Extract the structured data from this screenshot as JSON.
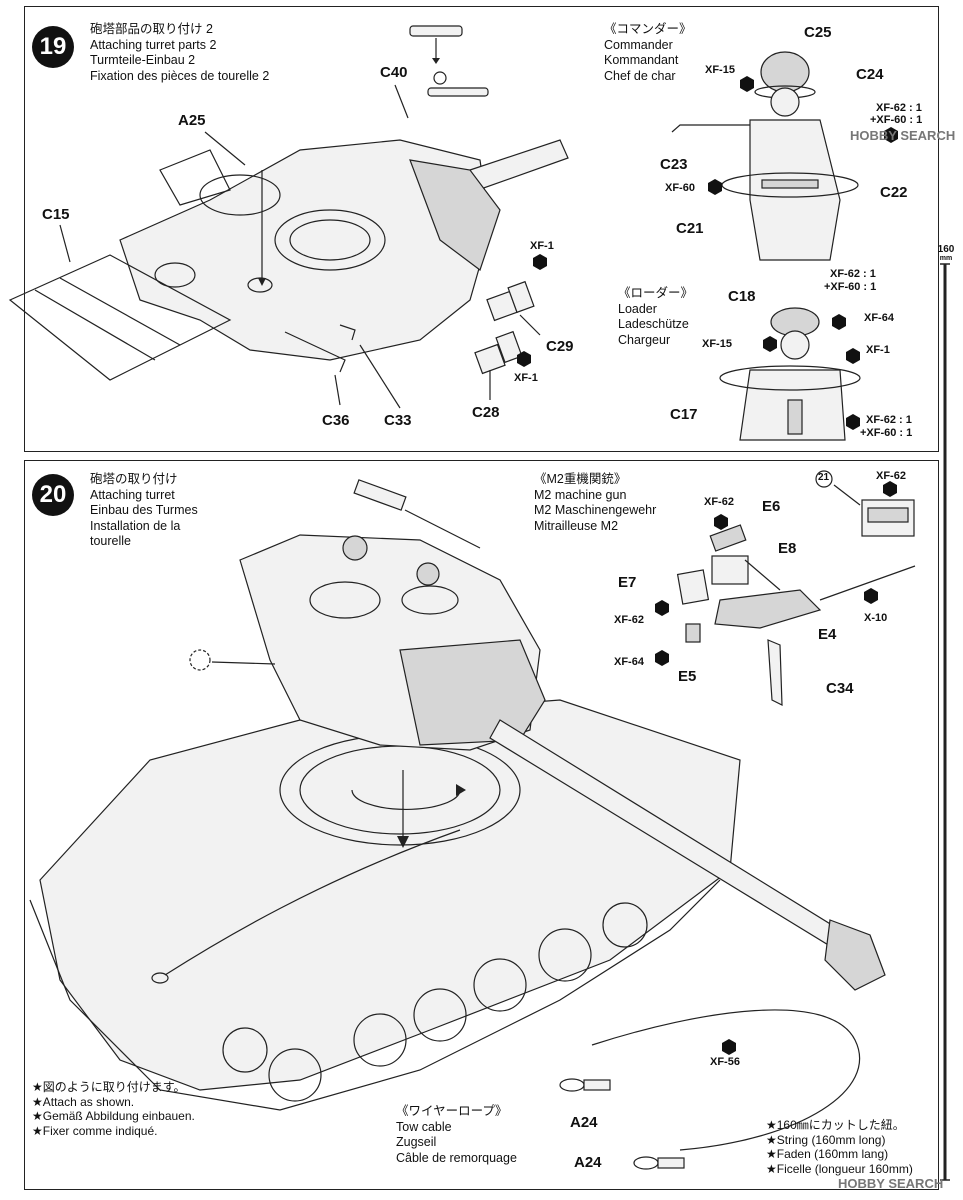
{
  "step19": {
    "number": "19",
    "title_lines": [
      "砲塔部品の取り付け 2",
      "Attaching turret parts 2",
      "Turmteile-Einbau 2",
      "Fixation des pièces de tourelle 2"
    ],
    "parts": {
      "c40": "C40",
      "a25": "A25",
      "c15": "C15",
      "c29": "C29",
      "c28": "C28",
      "c36": "C36",
      "c33": "C33"
    },
    "paints": {
      "xf1_a": "XF-1",
      "xf1_b": "XF-1"
    },
    "commander": {
      "title_lines": [
        "《コマンダー》",
        "Commander",
        "Kommandant",
        "Chef de char"
      ],
      "parts": {
        "c25": "C25",
        "c24": "C24",
        "c23": "C23",
        "c22": "C22",
        "c21": "C21"
      },
      "paints": {
        "xf15": "XF-15",
        "xf62_line1": "XF-62 : 1",
        "xf60_line2": "+XF-60 : 1",
        "xf60": "XF-60"
      }
    },
    "loader": {
      "title_lines": [
        "《ローダー》",
        "Loader",
        "Ladeschütze",
        "Chargeur"
      ],
      "parts": {
        "c18": "C18",
        "c17": "C17"
      },
      "paints": {
        "xf62_top_line1": "XF-62 : 1",
        "xf60_top_line2": "+XF-60 : 1",
        "xf64": "XF-64",
        "xf15": "XF-15",
        "xf1": "XF-1",
        "xf62_bottom_line1": "XF-62 : 1",
        "xf60_bottom_line2": "+XF-60 : 1"
      }
    }
  },
  "step20": {
    "number": "20",
    "title_lines": [
      "砲塔の取り付け",
      "Attaching turret",
      "Einbau des Turmes",
      "Installation de la",
      "tourelle"
    ],
    "m2": {
      "title_lines": [
        "《M2重機関銃》",
        "M2 machine gun",
        "M2 Maschinengewehr",
        "Mitrailleuse M2"
      ],
      "parts": {
        "e6": "E6",
        "e8": "E8",
        "e7": "E7",
        "e4": "E4",
        "e5": "E5",
        "c34": "C34"
      },
      "paints": {
        "xf62_top": "XF-62",
        "xf62_left": "XF-62",
        "xf64": "XF-64",
        "x10": "X-10"
      }
    },
    "inset": {
      "ref_number": "21",
      "paint": "XF-62"
    },
    "tow_cable": {
      "title_lines": [
        "《ワイヤーロープ》",
        "Tow cable",
        "Zugseil",
        "Câble de remorquage"
      ],
      "parts": {
        "a24_top": "A24",
        "a24_bottom": "A24"
      },
      "paint": "XF-56"
    },
    "attach_note_lines": [
      "★図のように取り付けます。",
      "★Attach as shown.",
      "★Gemäß Abbildung einbauen.",
      "★Fixer comme indiqué."
    ],
    "string_note_lines": [
      "★160㎜にカットした紐。",
      "★String (160mm long)",
      "★Faden (160mm lang)",
      "★Ficelle (longueur 160mm)"
    ]
  },
  "ruler": {
    "value": "160",
    "unit": "mm"
  },
  "watermarks": {
    "top": "HOBBY SEARCH",
    "bottom": "HOBBY SEARCH"
  }
}
